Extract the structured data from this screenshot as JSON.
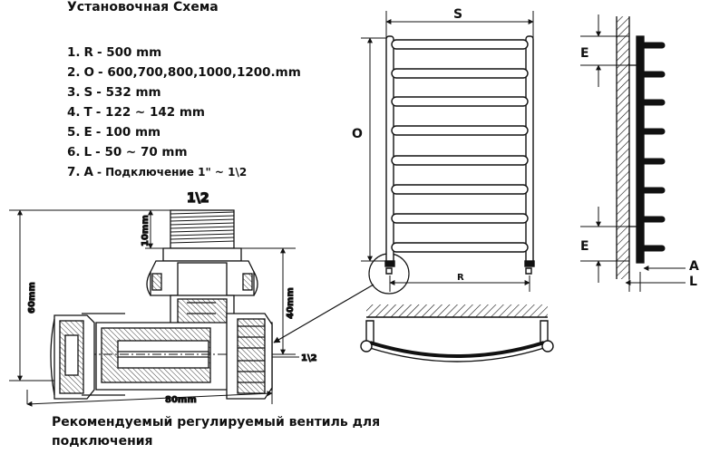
{
  "title": "Установочная Схема",
  "specs": [
    {
      "num": "1.",
      "key": "R",
      "value": "- 500 mm"
    },
    {
      "num": "2.",
      "key": "O",
      "value": "- 600,700,800,1000,1200.mm"
    },
    {
      "num": "3.",
      "key": "S",
      "value": "- 532 mm"
    },
    {
      "num": "4.",
      "key": "T",
      "value": "- 122 ~ 142 mm"
    },
    {
      "num": "5.",
      "key": "E",
      "value": "- 100 mm"
    },
    {
      "num": "6.",
      "key": "L",
      "value": "- 50 ~ 70 mm"
    },
    {
      "num": "7.",
      "key": "A",
      "value": "- Подключение  1\" ~  1\\2"
    }
  ],
  "valve": {
    "thread_top": "1\\2",
    "dim_10": "10mm",
    "dim_40": "40mm",
    "dim_60": "60mm",
    "dim_80": "80mm",
    "side_outlet": "1\\2"
  },
  "front_view": {
    "label_s": "S",
    "label_o": "O",
    "label_r": "R"
  },
  "side_view": {
    "label_e_top": "E",
    "label_e_bottom": "E",
    "label_a": "A",
    "label_l": "L"
  },
  "caption": {
    "line1": "Рекомендуемый регулируемый вентиль для",
    "line2": "подключения"
  }
}
